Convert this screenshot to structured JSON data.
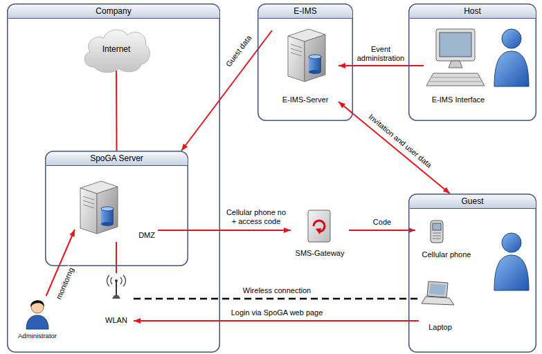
{
  "diagram": {
    "nodes": [
      {
        "text": [
          "Company"
        ]
      },
      {
        "text": [
          "Internet"
        ],
        "in": 0
      },
      {
        "text": [
          "SpoGA Server"
        ],
        "in": 0
      },
      {
        "text": [
          "DMZ"
        ],
        "in": 2
      },
      {
        "text": [
          "Administrator"
        ],
        "in": 0
      },
      {
        "text": [
          "WLAN"
        ],
        "in": 0
      },
      {
        "text": [
          "E-IMS"
        ]
      },
      {
        "text": [
          "E-IMS-Server"
        ],
        "in": 6
      },
      {
        "text": [
          "Host"
        ]
      },
      {
        "text": [
          "E-IMS Interface"
        ],
        "in": 8
      },
      {
        "text": [
          "SMS-Gateway"
        ]
      },
      {
        "text": [
          "Guest"
        ]
      },
      {
        "text": [
          "Cellular phone"
        ],
        "in": 11
      },
      {
        "text": [
          "Laptop"
        ],
        "in": 11
      }
    ],
    "edges": [
      {
        "from": 1,
        "to": 2,
        "arrow": "none"
      },
      {
        "from": 7,
        "to": 2,
        "label": "Guest data",
        "arrow": "to"
      },
      {
        "from": 9,
        "to": 7,
        "label": "Event administration",
        "arrow": "to"
      },
      {
        "from": 7,
        "to": 11,
        "label": "Invitation and user data",
        "arrow": "both"
      },
      {
        "from": 3,
        "to": 10,
        "label": "Cellular phone no + access code",
        "arrow": "to"
      },
      {
        "from": 10,
        "to": 12,
        "label": "Code",
        "arrow": "to"
      },
      {
        "from": 4,
        "to": 3,
        "label": "monitorng",
        "arrow": "to"
      },
      {
        "from": 3,
        "to": 5,
        "arrow": "none"
      },
      {
        "from": 5,
        "to": 13,
        "label": "Wireless connection",
        "arrow": "none"
      },
      {
        "from": 13,
        "to": 5,
        "label": "Login via SpoGA web page",
        "arrow": "to"
      }
    ]
  }
}
